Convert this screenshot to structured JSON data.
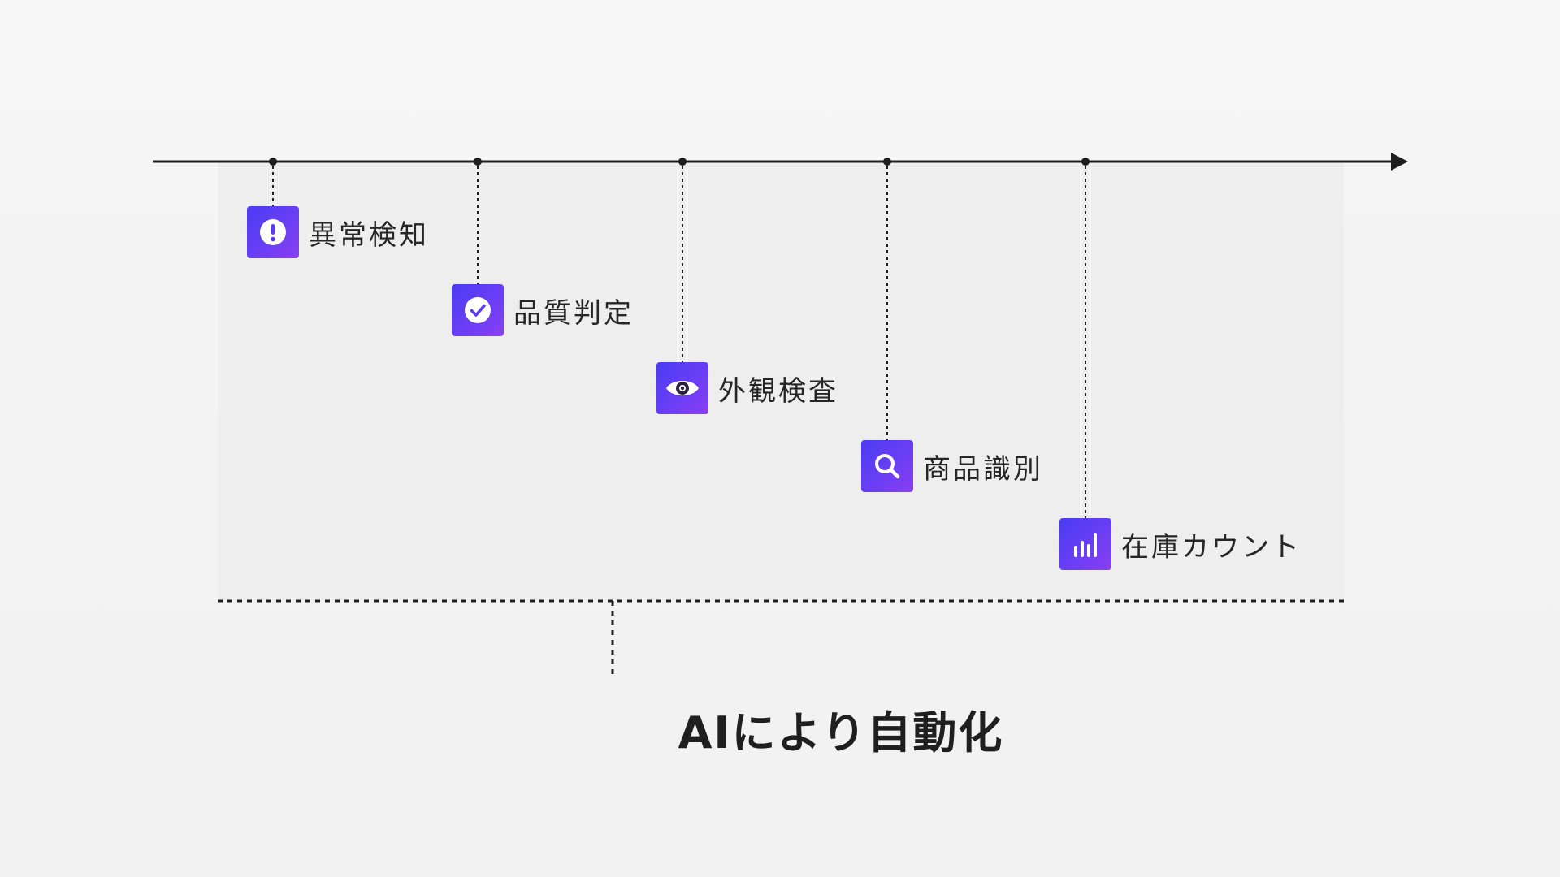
{
  "items": [
    {
      "label": "異常検知",
      "icon": "exclamation-circle-icon"
    },
    {
      "label": "品質判定",
      "icon": "check-circle-icon"
    },
    {
      "label": "外観検査",
      "icon": "eye-icon"
    },
    {
      "label": "商品識別",
      "icon": "search-icon"
    },
    {
      "label": "在庫カウント",
      "icon": "bar-chart-icon"
    }
  ],
  "footer": {
    "label": "AIにより自動化"
  },
  "colors": {
    "icon_gradient_start": "#4a3cf2",
    "icon_gradient_end": "#8a3ff0",
    "line": "#1e1e1e",
    "shaded_region": "#eeeeef"
  }
}
